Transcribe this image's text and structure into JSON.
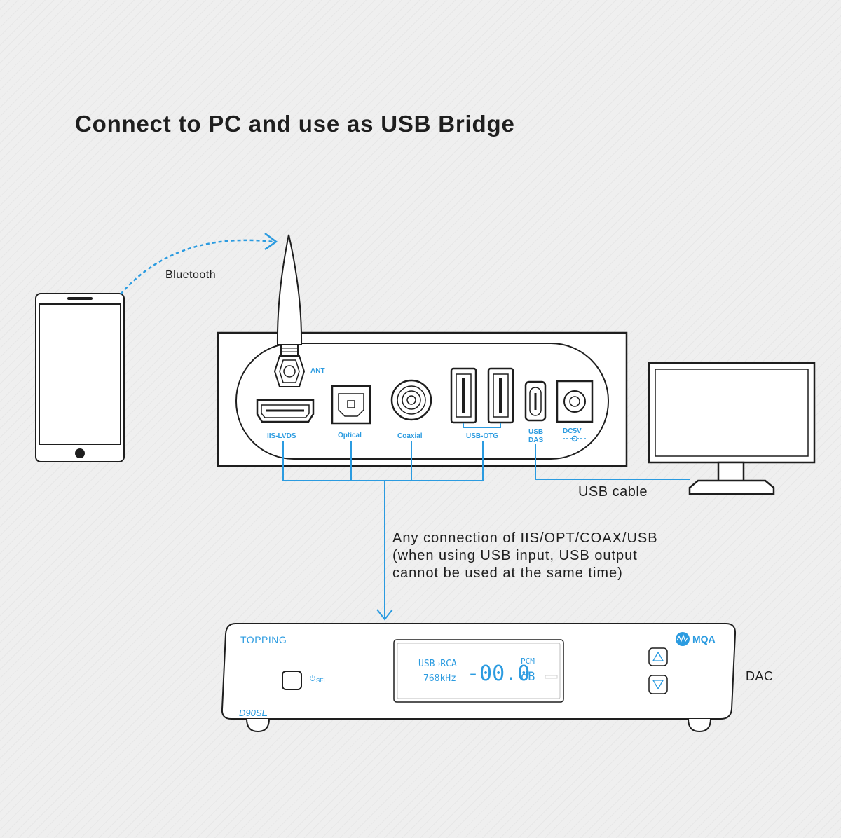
{
  "title": "Connect to PC and use as USB Bridge",
  "labels": {
    "bluetooth": "Bluetooth",
    "usb_cable": "USB cable",
    "dac": "DAC",
    "connection_note": [
      "Any connection of IIS/OPT/COAX/USB",
      "(when using USB input, USB output",
      "cannot be used at the same time)"
    ]
  },
  "device_ports": {
    "ant": "ANT",
    "iis_lvds": "IIS-LVDS",
    "optical": "Optical",
    "coaxial": "Coaxial",
    "usb_otg": "USB-OTG",
    "usb_das_line1": "USB",
    "usb_das_line2": "DAS",
    "dc5v": "DC5V"
  },
  "dac_unit": {
    "brand": "TOPPING",
    "model": "D90SE",
    "mqa": "MQA",
    "sel": "SEL",
    "display_line1": "USB→RCA",
    "display_line2": "768kHz",
    "display_value": "-00.0",
    "display_format": "PCM",
    "display_unit": "dB"
  },
  "colors": {
    "accent": "#2b9be0",
    "line": "#1e1e1e",
    "background": "#efefef"
  }
}
